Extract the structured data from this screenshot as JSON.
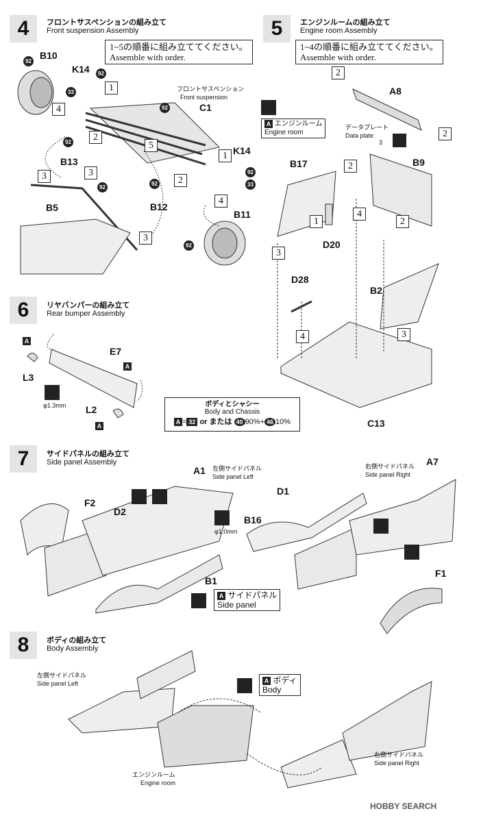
{
  "steps": {
    "s4": {
      "num": "4",
      "title_jp": "フロントサスペンションの組み立て",
      "title_en": "Front suspension Assembly",
      "note_jp": "1~5の順番に組み立ててください。",
      "note_en": "Assemble with order.",
      "sub_jp": "フロントサスペンション",
      "sub_en": "Front suspension"
    },
    "s5": {
      "num": "5",
      "title_jp": "エンジンルームの組み立て",
      "title_en": "Engine room  Assembly",
      "note_jp": "1~4の順番に組み立ててください。",
      "note_en": "Assemble with order.",
      "paint_jp": "エンジンルーム",
      "paint_en": "Engine room",
      "plate_jp": "データプレート",
      "plate_en": "Data plate"
    },
    "s6": {
      "num": "6",
      "title_jp": "リヤバンパーの組み立て",
      "title_en": "Rear bumper Assembly",
      "drill": "φ1.3mm"
    },
    "s7": {
      "num": "7",
      "title_jp": "サイドパネルの組み立て",
      "title_en": "Side panel Assembly",
      "left_jp": "左側サイドパネル",
      "left_en": "Side panel Left",
      "right_jp": "右側サイドパネル",
      "right_en": "Side panel Right",
      "drill": "φ1.0mm",
      "paint_jp": "サイドパネル",
      "paint_en": "Side panel"
    },
    "s8": {
      "num": "8",
      "title_jp": "ボディの組み立て",
      "title_en": "Body Assembly",
      "left_jp": "左側サイドパネル",
      "left_en": "Side panel Left",
      "right_jp": "右側サイドパネル",
      "right_en": "Side panel Right",
      "engine_jp": "エンジンルーム",
      "engine_en": "Engine room",
      "paint_jp": "ボディ",
      "paint_en": "Body"
    }
  },
  "color_box": {
    "title_jp": "ボディとシャシー",
    "title_en": "Body and Chassis",
    "a": "A",
    "eq": "=",
    "c1": "32",
    "or": "or または",
    "c2": "40",
    "p1": "90%",
    "plus": "+",
    "c3": "46",
    "p2": "10%"
  },
  "paint_letter": "A",
  "parts": {
    "B10": "B10",
    "K14a": "K14",
    "K14b": "K14",
    "C1": "C1",
    "B13": "B13",
    "B5": "B5",
    "B12": "B12",
    "B11": "B11",
    "A8": "A8",
    "B17": "B17",
    "B9": "B9",
    "D20": "D20",
    "D28": "D28",
    "B2": "B2",
    "C13": "C13",
    "E7": "E7",
    "L3": "L3",
    "L2": "L2",
    "A1": "A1",
    "F2": "F2",
    "D2": "D2",
    "B1": "B1",
    "D1": "D1",
    "B16": "B16",
    "A7": "A7",
    "F1": "F1"
  },
  "seq": {
    "n1": "1",
    "n2": "2",
    "n3": "3",
    "n4": "4",
    "n5": "5"
  },
  "colors": {
    "c92": "92",
    "c33": "33",
    "c3": "3"
  },
  "watermark": "HOBBY SEARCH"
}
